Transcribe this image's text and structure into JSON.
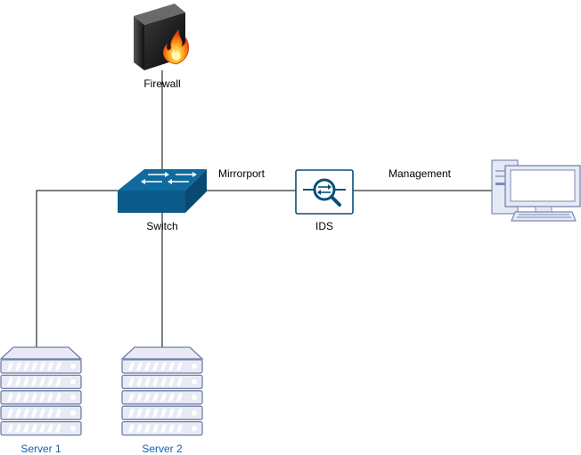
{
  "nodes": {
    "firewall": {
      "label": "Firewall",
      "icon": "firewall-icon"
    },
    "switch": {
      "label": "Switch",
      "icon": "network-switch-icon"
    },
    "ids": {
      "label": "IDS",
      "icon": "ids-icon"
    },
    "management_pc": {
      "label": "",
      "icon": "desktop-computer-icon"
    },
    "server1": {
      "label": "Server 1",
      "icon": "server-rack-icon"
    },
    "server2": {
      "label": "Server 2",
      "icon": "server-rack-icon"
    }
  },
  "edges": {
    "switch_ids": {
      "label": "Mirrorport"
    },
    "ids_pc": {
      "label": "Management"
    }
  },
  "colors": {
    "switch_blue": "#0c5a8a",
    "ids_blue": "#0a4f78",
    "server_label": "#0f62b0",
    "server_fill": "#e8ebf5",
    "server_stroke": "#6f7ea6",
    "pc_fill": "#e6eaf4",
    "pc_stroke": "#7b8bb5",
    "line": "#000000"
  }
}
